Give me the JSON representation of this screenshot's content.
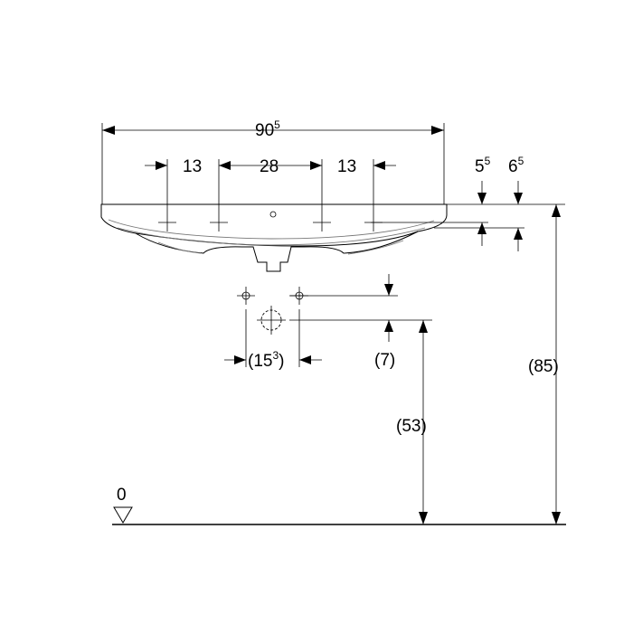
{
  "dimensions": {
    "overall_width": {
      "main": "90",
      "sup": "5"
    },
    "left_spacing": "13",
    "center_spacing": "28",
    "right_spacing": "13",
    "rim_thickness_a": {
      "main": "5",
      "sup": "5"
    },
    "rim_thickness_b": {
      "main": "6",
      "sup": "5"
    },
    "total_height": "(85)",
    "outlet_height": "(53)",
    "outlet_offset": "(7)",
    "fixing_spacing": {
      "open": "(15",
      "sup": "3",
      "close": ")"
    }
  },
  "floor_level": "0"
}
